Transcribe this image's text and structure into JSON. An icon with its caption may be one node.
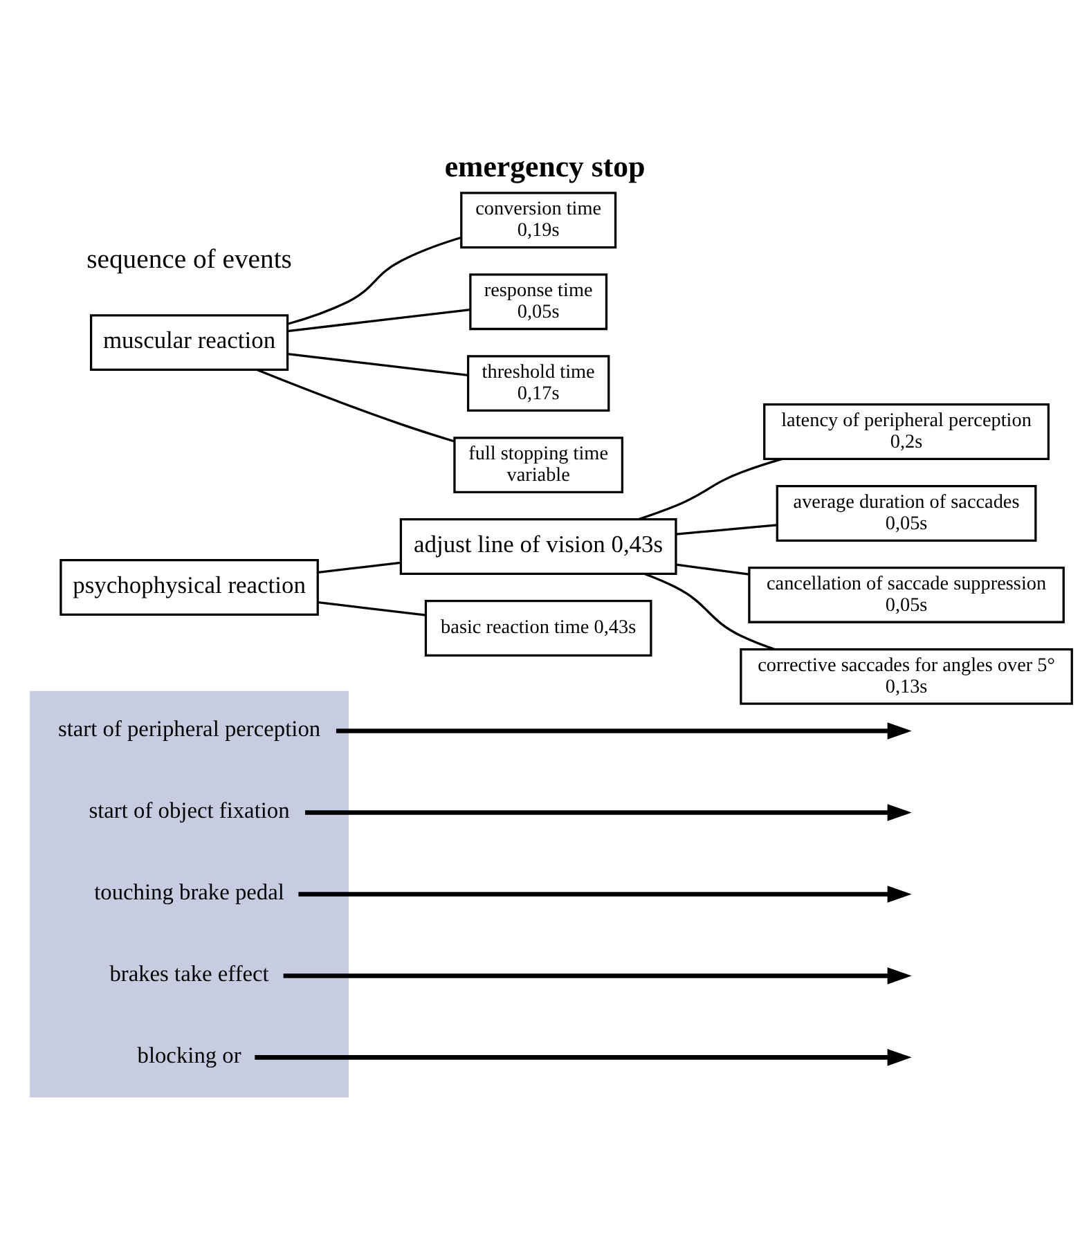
{
  "diagram": {
    "title": "emergency stop",
    "nodes": [
      {
        "text": [],
        "shape": "arrow"
      },
      {
        "text": [
          "start of peripheral perception"
        ],
        "in": 0
      },
      {
        "text": [
          "start of object fixation"
        ],
        "in": 0
      },
      {
        "text": [
          "touching brake pedal"
        ],
        "in": 0
      },
      {
        "text": [
          "brakes take effect"
        ],
        "in": 0
      },
      {
        "text": [
          "blocking or"
        ],
        "in": 0
      },
      {
        "text": [
          "psychophysical reaction"
        ]
      },
      {
        "text": [
          "adjust line of vision 0,43s"
        ]
      },
      {
        "text": [
          "latency of peripheral perception",
          "0,2s"
        ]
      },
      {
        "text": [
          "average duration of saccades",
          "0,05s"
        ]
      },
      {
        "text": [
          "cancellation of saccade suppression",
          "0,05s"
        ]
      },
      {
        "text": [
          "corrective saccades for angles over 5°",
          "0,13s"
        ]
      },
      {
        "text": [
          "basic reaction time 0,43s"
        ]
      },
      {
        "text": [
          "muscular reaction"
        ]
      },
      {
        "text": [
          "conversion time",
          "0,19s"
        ]
      },
      {
        "text": [
          "response time",
          "0,05s"
        ]
      },
      {
        "text": [
          "threshold time",
          "0,17s"
        ]
      },
      {
        "text": [
          "full stopping time",
          "variable"
        ]
      }
    ],
    "edges": [
      {
        "from": 1,
        "to": null,
        "arrow": "to",
        "style": "thick"
      },
      {
        "from": 2,
        "to": null,
        "arrow": "to",
        "style": "thick"
      },
      {
        "from": 3,
        "to": null,
        "arrow": "to",
        "style": "thick"
      },
      {
        "from": 4,
        "to": null,
        "arrow": "to",
        "style": "thick"
      },
      {
        "from": 5,
        "to": null,
        "arrow": "to",
        "style": "thick"
      },
      {
        "from": 6,
        "to": 7,
        "arrow": "none"
      },
      {
        "from": 6,
        "to": 12,
        "arrow": "none"
      },
      {
        "from": 7,
        "to": 8,
        "arrow": "none"
      },
      {
        "from": 7,
        "to": 9,
        "arrow": "none"
      },
      {
        "from": 7,
        "to": 10,
        "arrow": "none"
      },
      {
        "from": 7,
        "to": 11,
        "arrow": "none"
      },
      {
        "from": 13,
        "to": 14,
        "arrow": "none"
      },
      {
        "from": 13,
        "to": 15,
        "arrow": "none"
      },
      {
        "from": 13,
        "to": 16,
        "arrow": "none"
      },
      {
        "from": 13,
        "to": 17,
        "arrow": "none"
      }
    ],
    "labels": [
      "sequence of events"
    ]
  }
}
